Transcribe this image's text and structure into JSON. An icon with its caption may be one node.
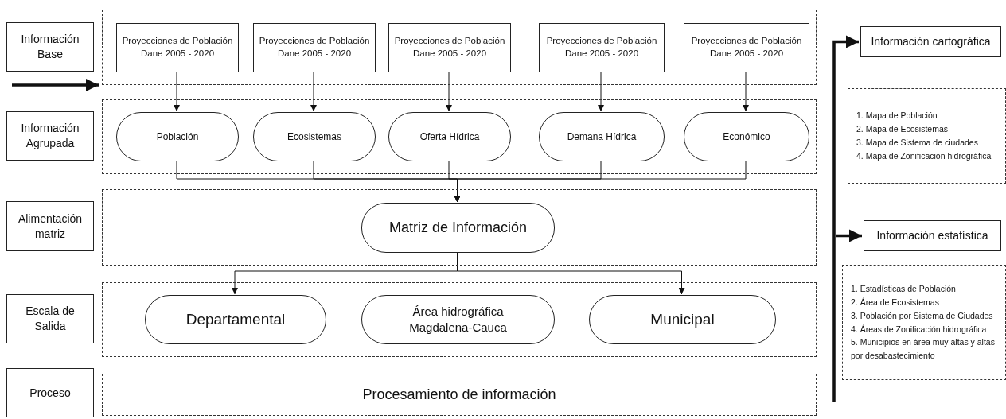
{
  "diagram": {
    "nodes": [
      {
        "text": [
          "Información Base"
        ]
      },
      {
        "text": [],
        "shape": "box"
      },
      {
        "text": [
          "Proyecciones de Población Dane 2005 - 2020"
        ],
        "in": 1
      },
      {
        "text": [
          "Proyecciones de Población Dane 2005 - 2020"
        ],
        "in": 1
      },
      {
        "text": [
          "Proyecciones de Población Dane 2005 - 2020"
        ],
        "in": 1
      },
      {
        "text": [
          "Proyecciones de Población Dane 2005 - 2020"
        ],
        "in": 1
      },
      {
        "text": [
          "Proyecciones de Población Dane 2005 - 2020"
        ],
        "in": 1
      },
      {
        "text": [
          "Información Agrupada"
        ]
      },
      {
        "text": [],
        "shape": "box"
      },
      {
        "text": [
          "Población"
        ],
        "in": 8
      },
      {
        "text": [
          "Ecosistemas"
        ],
        "in": 8
      },
      {
        "text": [
          "Oferta Hídrica"
        ],
        "in": 8
      },
      {
        "text": [
          "Demana Hídrica"
        ],
        "in": 8
      },
      {
        "text": [
          "Económico"
        ],
        "in": 8
      },
      {
        "text": [
          "Alimentación matriz"
        ]
      },
      {
        "text": [],
        "shape": "box"
      },
      {
        "text": [
          "Matriz de Información"
        ],
        "in": 15
      },
      {
        "text": [
          "Escala de Salida"
        ]
      },
      {
        "text": [],
        "shape": "box"
      },
      {
        "text": [
          "Departamental"
        ],
        "in": 18
      },
      {
        "text": [
          "Área hidrográfica Magdalena-Cauca"
        ],
        "in": 18
      },
      {
        "text": [
          "Municipal"
        ],
        "in": 18
      },
      {
        "text": [
          "Proceso"
        ]
      },
      {
        "text": [
          "Procesamiento de información"
        ]
      },
      {
        "text": [
          "Información cartográfica"
        ]
      },
      {
        "text": [
          "1. Mapa de Población",
          "2. Mapa de Ecosistemas",
          "3. Mapa de Sistema de ciudades",
          "4. Mapa de Zonificación hidrográfica"
        ]
      },
      {
        "text": [
          "Información estafística"
        ]
      },
      {
        "text": [
          "1. Estadísticas de Población",
          "2. Área de Ecosistemas",
          "3. Población por Sistema de Ciudades",
          "4. Áreas de Zonificación hidrográfica",
          "5. Municipios en área muy altas y altas por desabastecimiento"
        ]
      }
    ],
    "edges": [
      {
        "from": 2,
        "to": 9,
        "arrow": "to"
      },
      {
        "from": 3,
        "to": 10,
        "arrow": "to"
      },
      {
        "from": 4,
        "to": 11,
        "arrow": "to"
      },
      {
        "from": 5,
        "to": 12,
        "arrow": "to"
      },
      {
        "from": 6,
        "to": 13,
        "arrow": "to"
      },
      {
        "from": 9,
        "to": 16,
        "arrow": "to"
      },
      {
        "from": 10,
        "to": 16,
        "arrow": "to"
      },
      {
        "from": 11,
        "to": 16,
        "arrow": "to"
      },
      {
        "from": 12,
        "to": 16,
        "arrow": "to"
      },
      {
        "from": 13,
        "to": 16,
        "arrow": "to"
      },
      {
        "from": 16,
        "to": 19,
        "arrow": "to"
      },
      {
        "from": 16,
        "to": 21,
        "arrow": "to"
      },
      {
        "from": null,
        "to": 1,
        "arrow": "to",
        "style": "thick"
      },
      {
        "from": null,
        "to": 24,
        "arrow": "to",
        "style": "thick"
      },
      {
        "from": null,
        "to": 26,
        "arrow": "to",
        "style": "thick"
      }
    ]
  }
}
